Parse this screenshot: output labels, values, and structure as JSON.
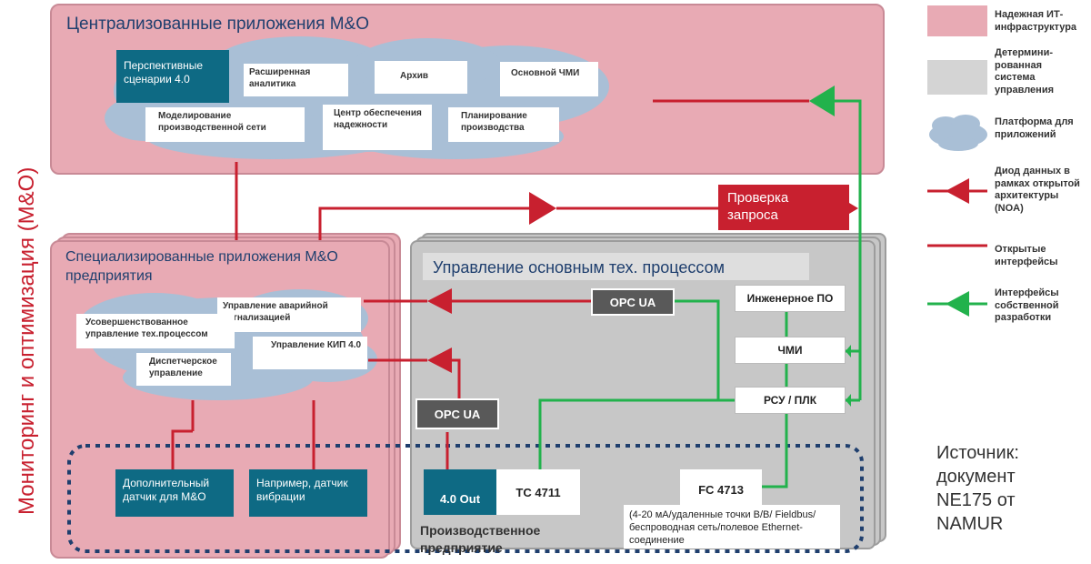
{
  "side_title": "Мониторинг и оптимизация (М&О)",
  "central": {
    "title": "Централизованные приложения  М&О",
    "highlight": "Перспективные сценарии 4.0",
    "apps": [
      "Расширенная аналитика",
      "Архив",
      "Основной ЧМИ",
      "Моделирование производственной сети",
      "Центр обеспечения надежности",
      "Планирование производства"
    ]
  },
  "request_check": "Проверка запроса",
  "special": {
    "title": "Специализированные приложения М&О предприятия",
    "apps": [
      "Управление аварийной сигнализацией",
      "Усовершенствованное управление тех.процессом",
      "Управление КИП 4.0",
      "Диспетчерское управление"
    ],
    "sensors": [
      "Дополнительный датчик для М&О",
      "Например, датчик вибрации"
    ]
  },
  "core": {
    "title": "Управление основным тех. процессом",
    "opc_top": "OPC UA",
    "opc_bottom": "OPC UA",
    "engineering": "Инженерное ПО",
    "hmi": "ЧМИ",
    "dcs": "РСУ / ПЛК",
    "out": "4.0 Out",
    "tc": "TC 4711",
    "fc": "FC 4713",
    "field_note": "(4-20 мА/удаленные точки  B/B/ Fieldbus/беспроводная сеть/полевое Ethernet-соединение",
    "plant": "Производственное предприятие"
  },
  "legend": [
    {
      "text": "Надежная ИТ-инфраструктура",
      "icon": "pink-square"
    },
    {
      "text": "Детермини-рованная система управления",
      "icon": "gray-square"
    },
    {
      "text": "Платформа для приложений",
      "icon": "cloud"
    },
    {
      "text": "Диод данных в рамках открытой архитектуры (NOA)",
      "icon": "red-diode-arrow"
    },
    {
      "text": "Открытые интерфейсы",
      "icon": "red-line"
    },
    {
      "text": "Интерфейсы собственной разработки",
      "icon": "green-arrow"
    }
  ],
  "source": [
    "Источник:",
    "документ",
    "NE175 от",
    "NAMUR"
  ],
  "colors": {
    "pink": "#e8aab4",
    "gray": "#c7c7c7",
    "teal": "#0e6a84",
    "red": "#c8202f",
    "green": "#22b24c",
    "navy": "#1f3f6e"
  }
}
